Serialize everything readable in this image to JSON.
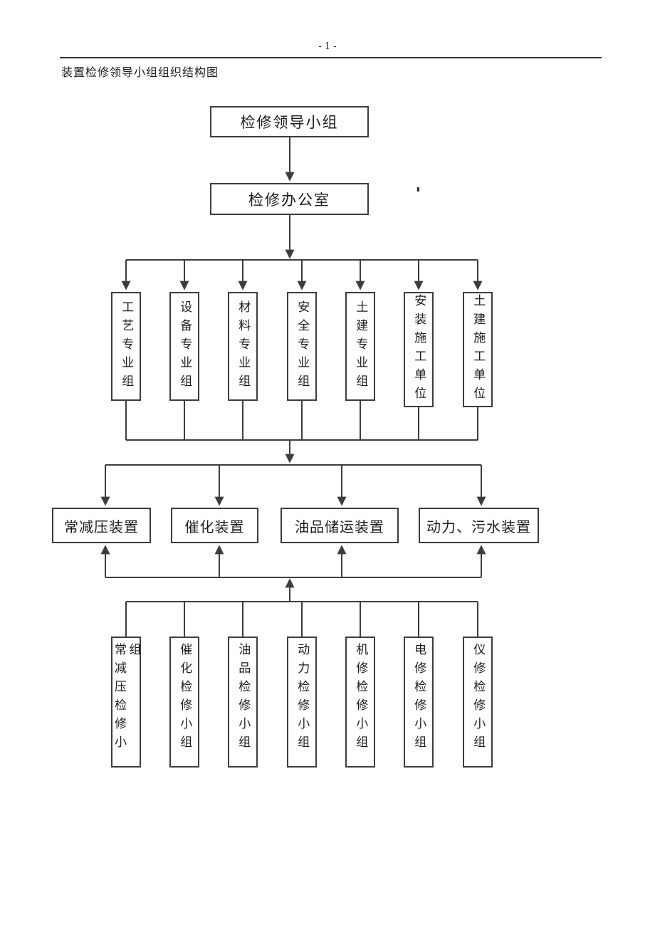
{
  "page": {
    "page_number": "- 1 -",
    "title": "装置检修领导小组组织结构图"
  },
  "org": {
    "type": "org-chart",
    "root": "检修领导小组",
    "office": "检修办公室",
    "specialty_groups": [
      "工艺专业组",
      "设备专业组",
      "材料专业组",
      "安全专业组",
      "土建专业组",
      "安装施工单位",
      "土建施工单位"
    ],
    "units": [
      "常减压装置",
      "催化装置",
      "油品储运装置",
      "动力、污水装置"
    ],
    "teams": [
      "常减压检修小组",
      "催化检修小组",
      "油品检修小组",
      "动力检修小组",
      "机修检修小组",
      "电修检修小组",
      "仪修检修小组"
    ],
    "line_color": "#3d3d3d"
  }
}
